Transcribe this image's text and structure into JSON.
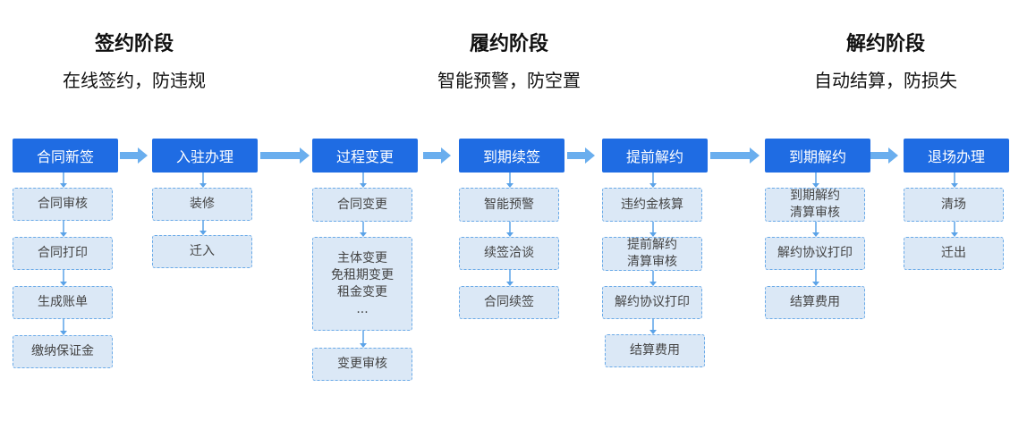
{
  "stages": [
    {
      "title": "签约阶段",
      "subtitle": "在线签约，防违规"
    },
    {
      "title": "履约阶段",
      "subtitle": "智能预警，防空置"
    },
    {
      "title": "解约阶段",
      "subtitle": "自动结算，防损失"
    }
  ],
  "columns": [
    {
      "head": "合同新签",
      "items": [
        "合同审核",
        "合同打印",
        "生成账单",
        "缴纳保证金"
      ]
    },
    {
      "head": "入驻办理",
      "items": [
        "装修",
        "迁入"
      ]
    },
    {
      "head": "过程变更",
      "items": [
        "合同变更",
        "主体变更\n免租期变更\n租金变更\n...",
        "变更审核"
      ]
    },
    {
      "head": "到期续签",
      "items": [
        "智能预警",
        "续签洽谈",
        "合同续签"
      ]
    },
    {
      "head": "提前解约",
      "items": [
        "违约金核算",
        "提前解约\n清算审核",
        "解约协议打印",
        "结算费用"
      ]
    },
    {
      "head": "到期解约",
      "items": [
        "到期解约\n清算审核",
        "解约协议打印",
        "结算费用"
      ]
    },
    {
      "head": "退场办理",
      "items": [
        "清场",
        "迁出"
      ]
    }
  ],
  "colors": {
    "head_fill": "#1f6ce3",
    "arrow": "#6aaeee",
    "sub_fill": "#dbe8f6",
    "sub_border": "#6aaae8"
  }
}
